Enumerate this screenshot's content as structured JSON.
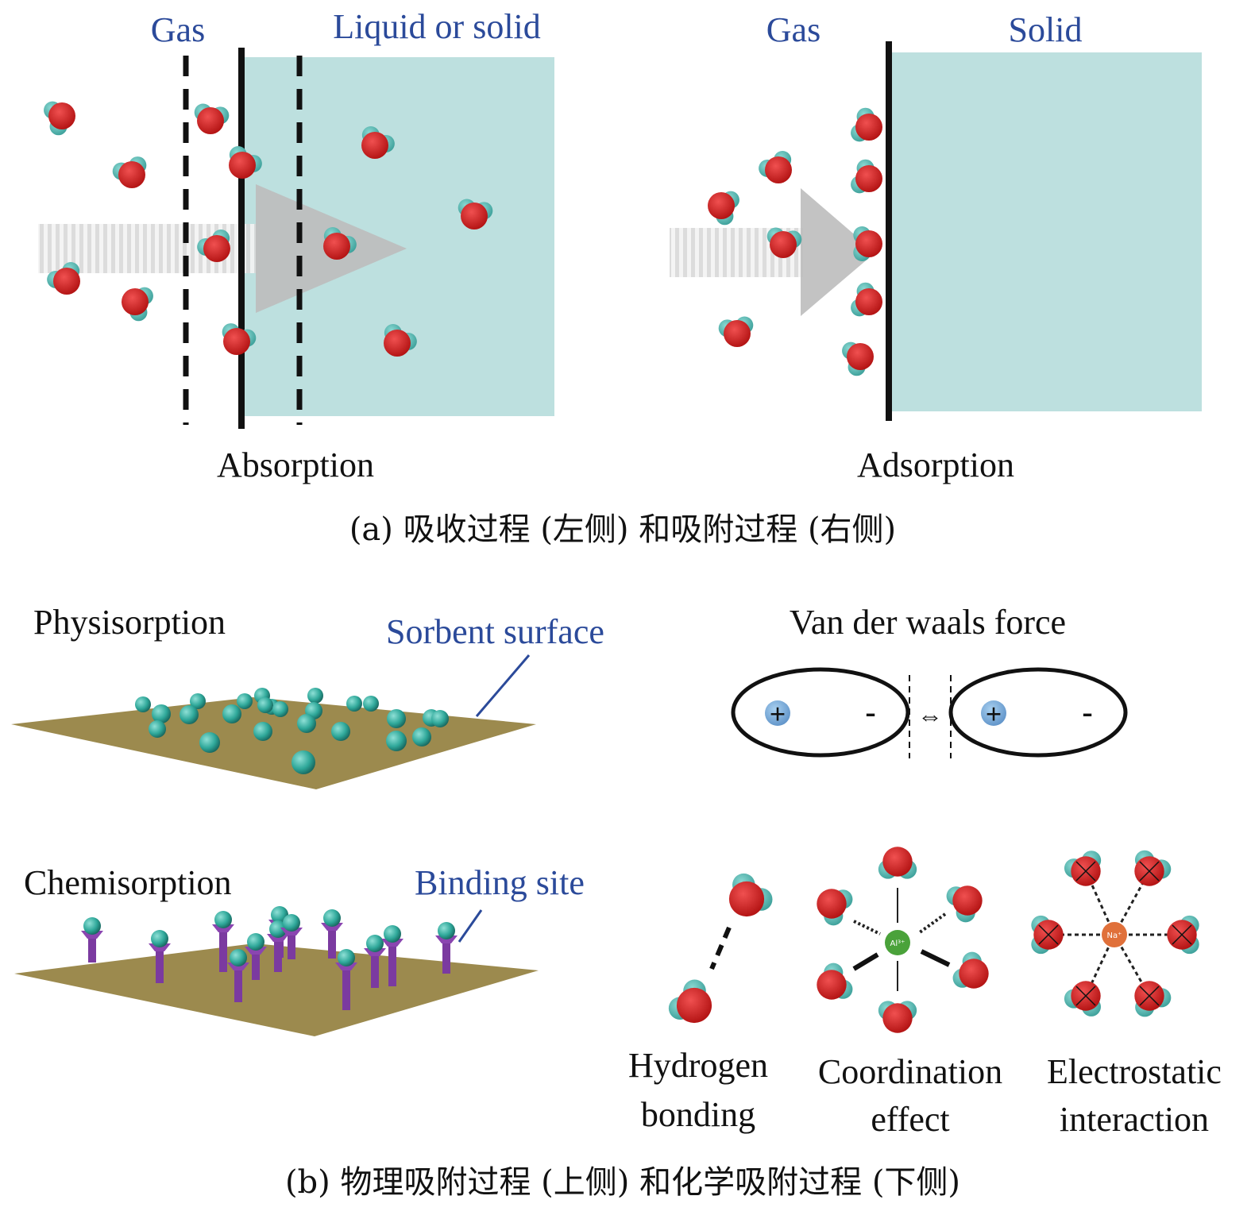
{
  "panel_a": {
    "left": {
      "gas_label": "Gas",
      "phase_label": "Liquid or solid",
      "process_label": "Absorption"
    },
    "right": {
      "gas_label": "Gas",
      "phase_label": "Solid",
      "process_label": "Adsorption"
    },
    "caption": "(a) 吸收过程 (左侧) 和吸附过程 (右侧)"
  },
  "panel_b": {
    "physisorption": {
      "title": "Physisorption",
      "pointer_label": "Sorbent surface",
      "force_title": "Van der waals force",
      "plus": "+",
      "minus": "-",
      "arrow": "⇔"
    },
    "chemisorption": {
      "title": "Chemisorption",
      "pointer_label": "Binding site",
      "mechanisms": [
        {
          "line1": "Hydrogen",
          "line2": "bonding"
        },
        {
          "line1": "Coordination",
          "line2": "effect",
          "ion": "Al³⁺"
        },
        {
          "line1": "Electrostatic",
          "line2": "interaction",
          "ion": "Na⁺"
        }
      ]
    },
    "caption": "(b) 物理吸附过程 (上侧) 和化学吸附过程 (下侧)"
  },
  "colors": {
    "oxygen": "#d42020",
    "hydrogen": "#4fb8b0",
    "phase_fill": "#bde0df",
    "surface": "#9c8a4e",
    "sphere": "#2fa89a",
    "site_stem": "#7b3aa0",
    "label_blue": "#2b4a9a",
    "al_ion": "#4aa23a",
    "na_ion": "#e0703a"
  }
}
